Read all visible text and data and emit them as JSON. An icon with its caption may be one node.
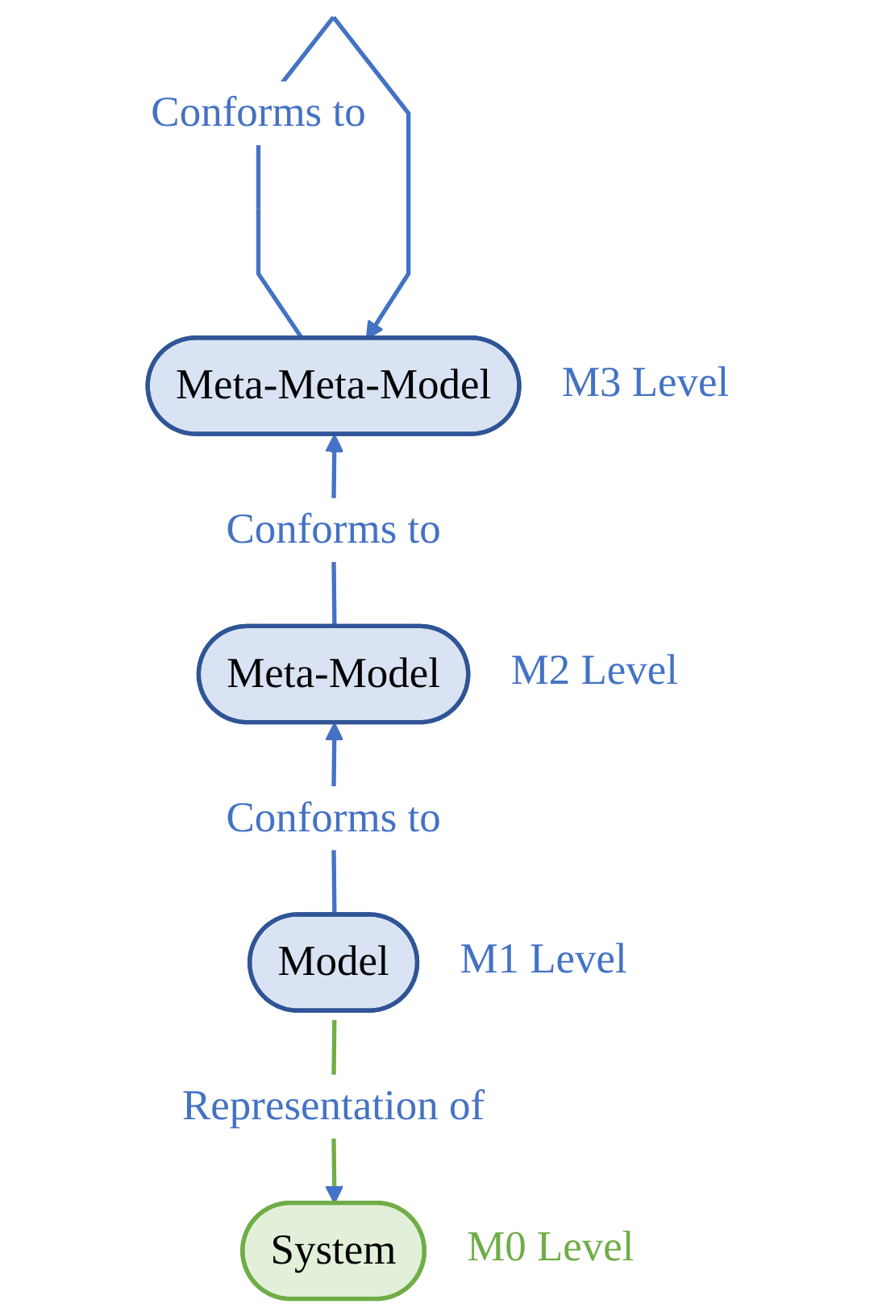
{
  "diagram": {
    "nodes": [
      {
        "text": [
          "Meta-Meta-Model"
        ],
        "beside": [
          "M3 Level"
        ]
      },
      {
        "text": [
          "Meta-Model"
        ],
        "beside": [
          "M2 Level"
        ]
      },
      {
        "text": [
          "Model"
        ],
        "beside": [
          "M1 Level"
        ]
      },
      {
        "text": [
          "System"
        ],
        "beside": [
          "M0 Level"
        ]
      }
    ],
    "edges": [
      {
        "from": 0,
        "to": 0,
        "arrow": "to",
        "label": "Conforms to"
      },
      {
        "from": 1,
        "to": 0,
        "arrow": "to",
        "label": "Conforms to"
      },
      {
        "from": 2,
        "to": 1,
        "arrow": "to",
        "label": "Conforms to"
      },
      {
        "from": 2,
        "to": 3,
        "arrow": "to",
        "label": "Representation of",
        "color": "#70ad47"
      }
    ]
  }
}
